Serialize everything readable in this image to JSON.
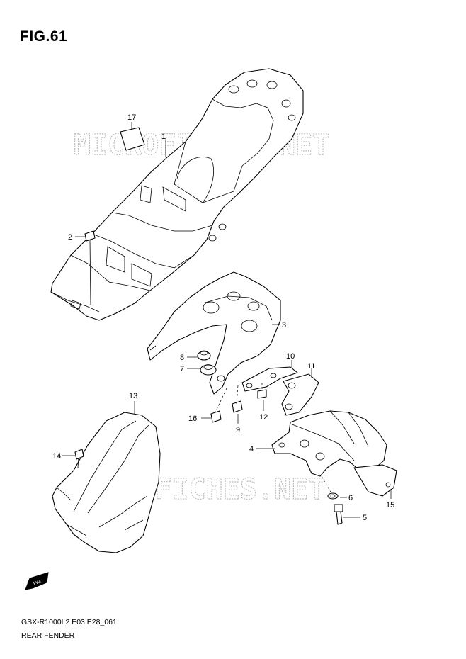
{
  "figure": {
    "title": "FIG.61",
    "model_code": "GSX-R1000L2 E03 E28_061",
    "section_name": "REAR FENDER"
  },
  "watermark": {
    "text": "MICROFICHES.NET"
  },
  "fwd_badge": {
    "text": "FWD"
  },
  "callouts": [
    "1",
    "2",
    "3",
    "4",
    "5",
    "6",
    "7",
    "8",
    "9",
    "10",
    "11",
    "12",
    "13",
    "14",
    "15",
    "16",
    "17"
  ],
  "colors": {
    "line": "#000000",
    "background": "#ffffff",
    "watermark": "#c8c8c8"
  }
}
